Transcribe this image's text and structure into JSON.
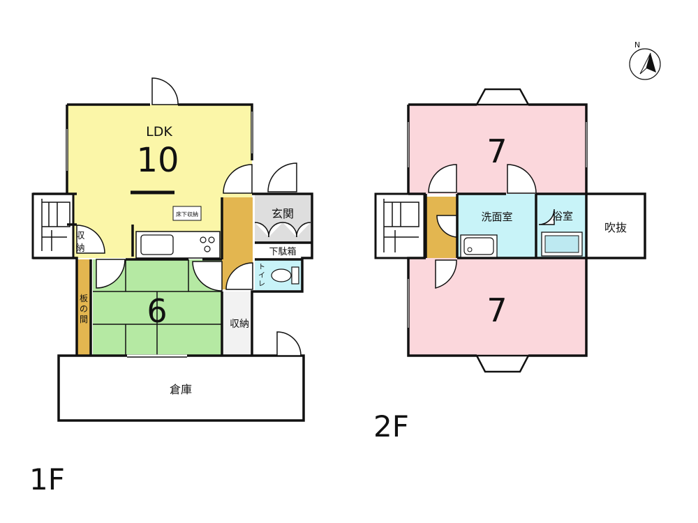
{
  "floor1": {
    "floor_label": "1F",
    "ldk_label": "LDK",
    "ldk_size": "10",
    "underfloor_storage": "床下収納",
    "storage_left_1": "収",
    "storage_left_2": "納",
    "wood_floor_1": "板",
    "wood_floor_2": "の",
    "wood_floor_3": "間",
    "tatami_size": "6",
    "entrance": "玄関",
    "shoe_box": "下駄箱",
    "toilet_1": "ト",
    "toilet_2": "イ",
    "toilet_3": "レ",
    "closet": "収納",
    "warehouse": "倉庫"
  },
  "floor2": {
    "floor_label": "2F",
    "room_top_size": "7",
    "room_bottom_size": "7",
    "washroom": "洗面室",
    "bathroom": "浴室",
    "void": "吹抜"
  },
  "compass": {
    "north": "N"
  },
  "colors": {
    "ldk": "#fbf6a8",
    "tatami": "#b5e9a3",
    "bedroom": "#fbd7dc",
    "water": "#c8f3f8",
    "stair_hall": "#e3b650",
    "gray": "#dedede"
  }
}
